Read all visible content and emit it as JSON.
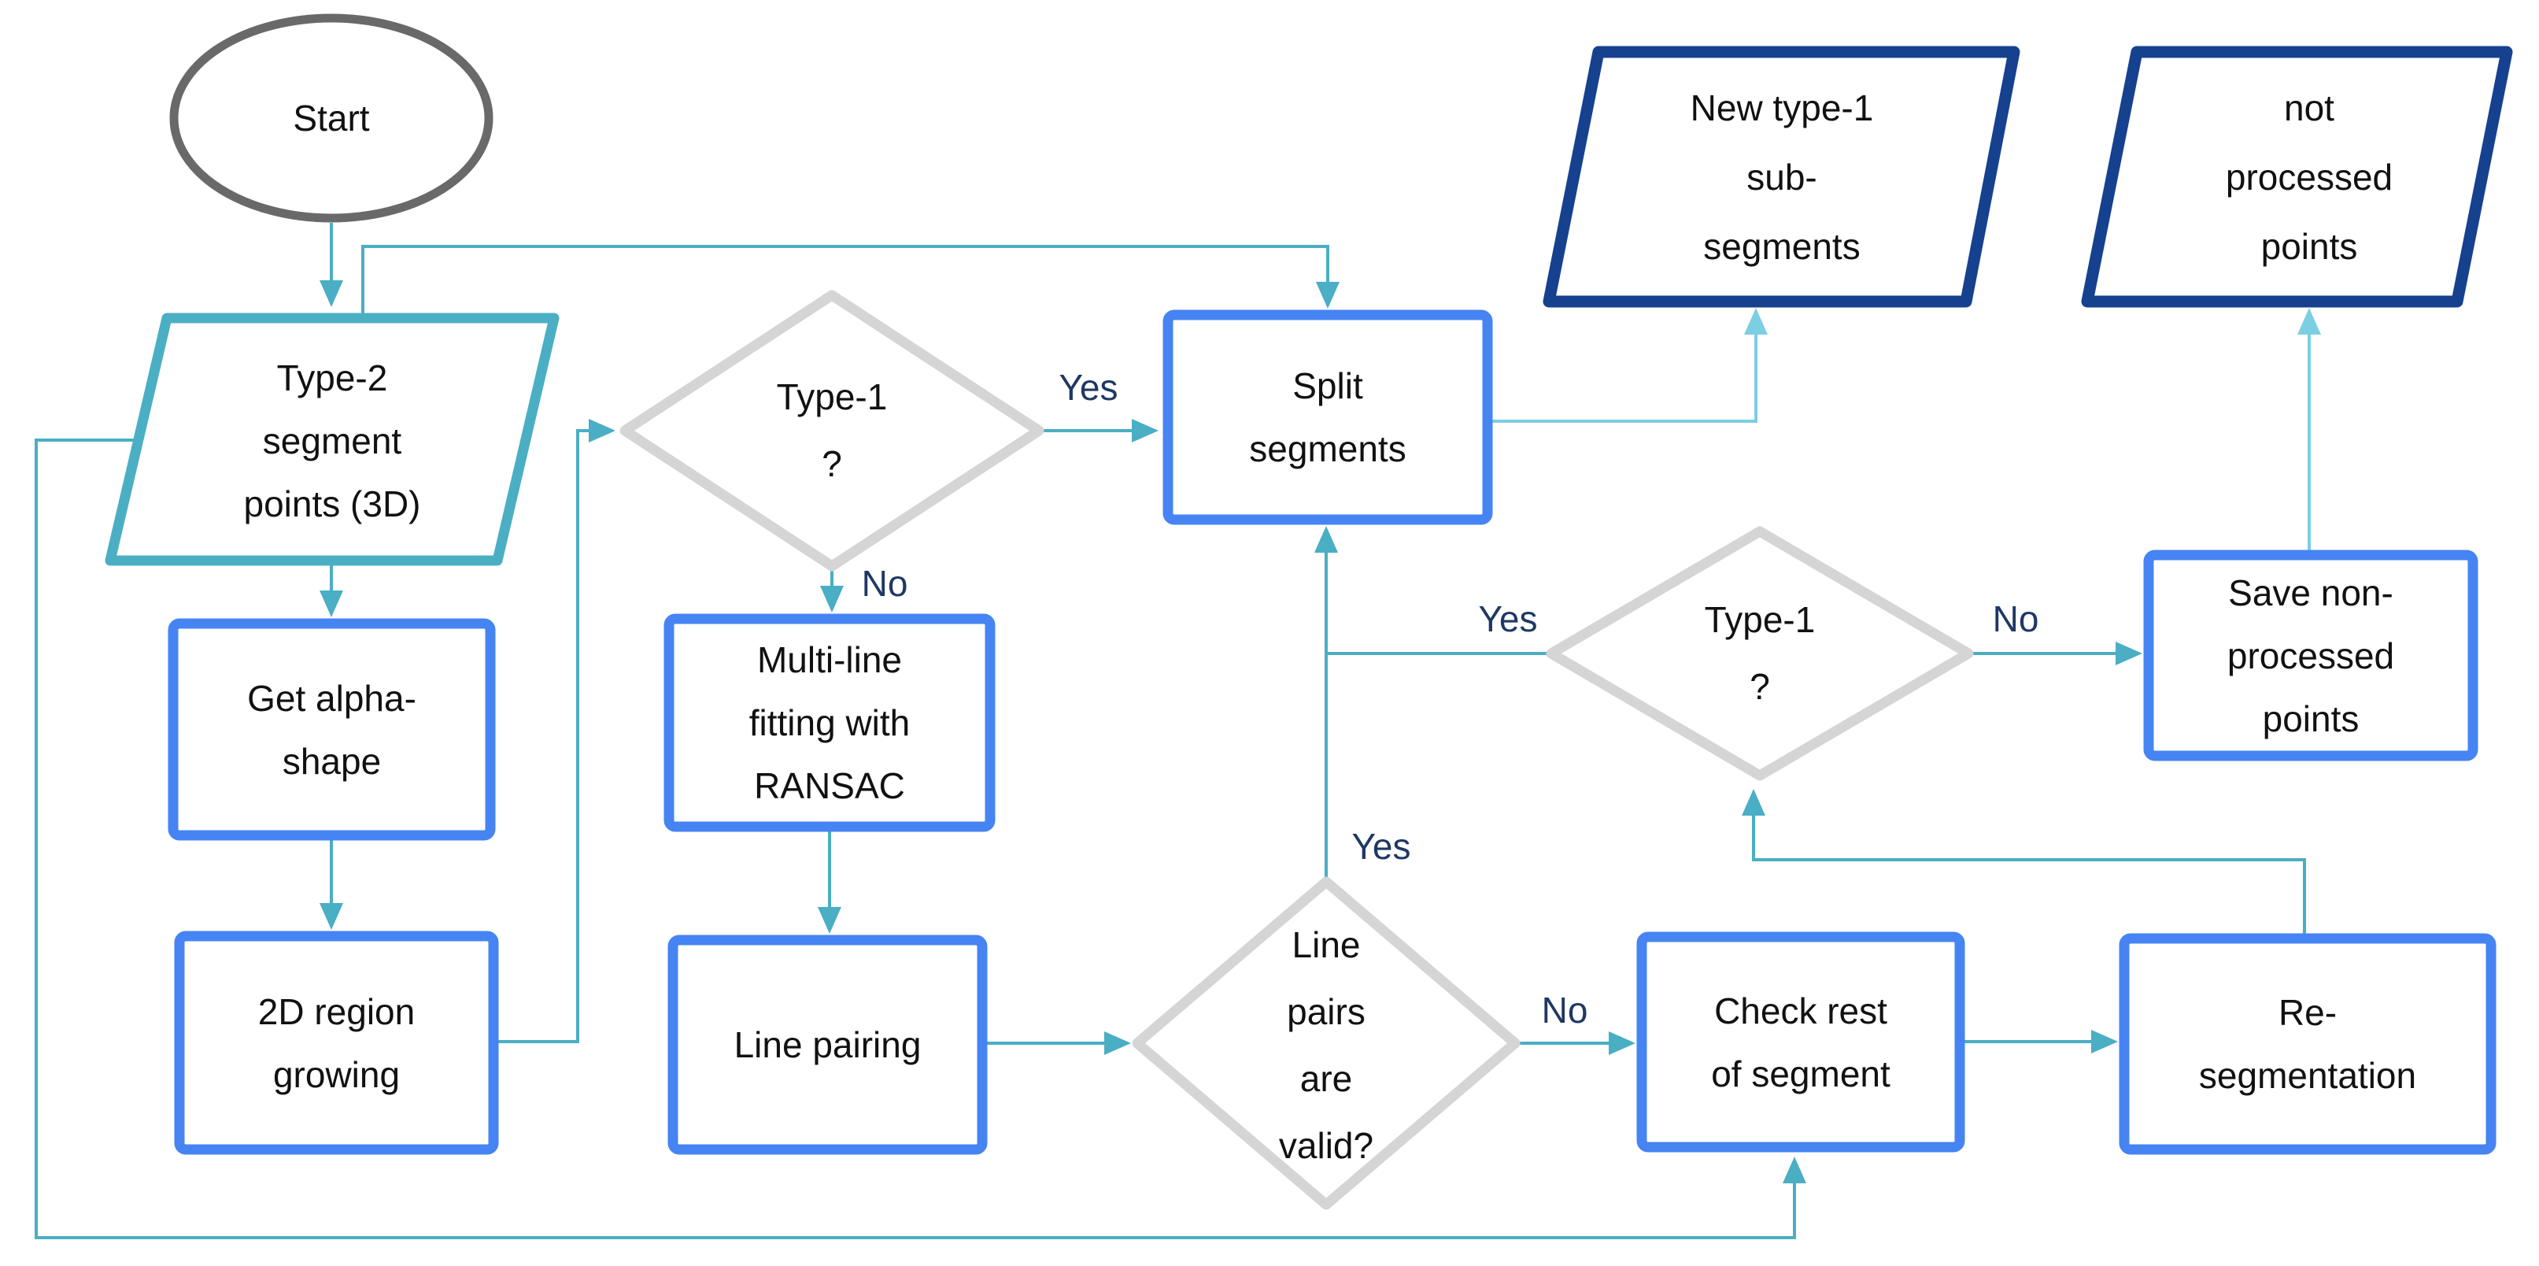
{
  "diagram": {
    "type": "flowchart",
    "labels": {
      "yes": "Yes",
      "no": "No"
    },
    "colors": {
      "process_border": "#4584F2",
      "input_parallelogram_border": "#4BAFC4",
      "output_parallelogram_border": "#15418E",
      "decision_border": "#D5D5D5",
      "terminator_border": "#696969",
      "connector": "#4AAEC4",
      "connector_light": "#7CCEE2",
      "edge_label_text": "#1F3864",
      "node_text": "#111111"
    },
    "nodes": {
      "start": {
        "label": "Start"
      },
      "type2_points": {
        "lines": [
          "Type-2",
          "segment",
          "points (3D)"
        ]
      },
      "get_alpha_shape": {
        "lines": [
          "Get alpha-",
          "shape"
        ]
      },
      "region_growing": {
        "lines": [
          "2D region",
          "growing"
        ]
      },
      "multiline_fitting": {
        "lines": [
          "Multi-line",
          "fitting with",
          "RANSAC"
        ]
      },
      "line_pairing": {
        "lines": [
          "Line pairing"
        ]
      },
      "split_segments": {
        "lines": [
          "Split",
          "segments"
        ]
      },
      "check_rest": {
        "lines": [
          "Check rest",
          "of segment"
        ]
      },
      "resegmentation": {
        "lines": [
          "Re-",
          "segmentation"
        ]
      },
      "save_points": {
        "lines": [
          "Save non-",
          "processed",
          "points"
        ]
      },
      "new_type1_subsegments": {
        "lines": [
          "New type-1",
          "sub-",
          "segments"
        ]
      },
      "not_processed_points": {
        "lines": [
          "not",
          "processed",
          "points"
        ]
      },
      "type1_decision_a": {
        "lines": [
          "Type-1",
          "?"
        ]
      },
      "type1_decision_b": {
        "lines": [
          "Type-1",
          "?"
        ]
      },
      "line_pairs_valid": {
        "lines": [
          "Line",
          "pairs",
          "are",
          "valid?"
        ]
      }
    }
  }
}
